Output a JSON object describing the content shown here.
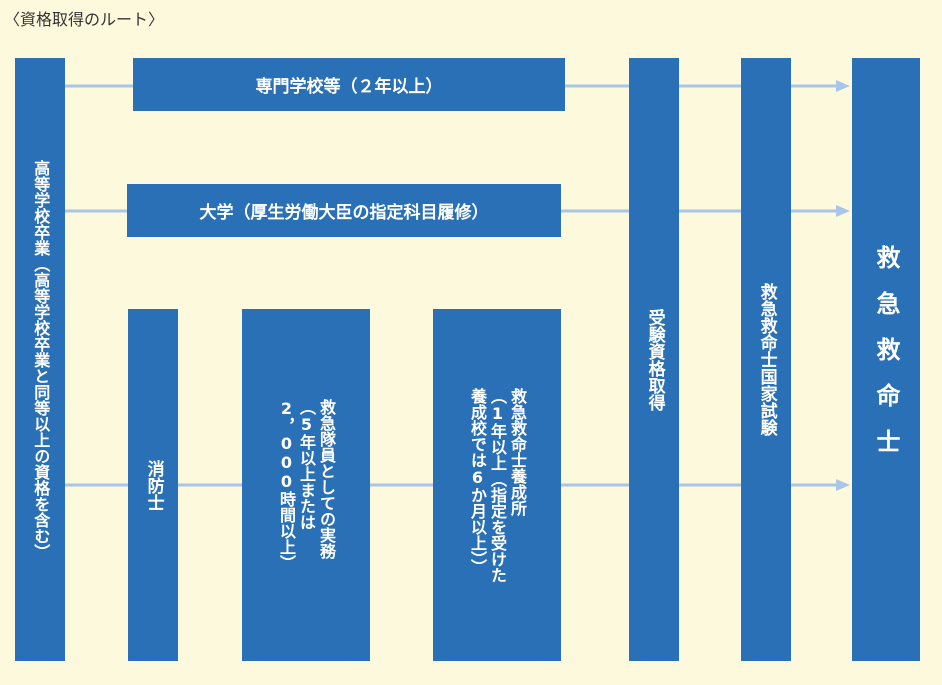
{
  "caption": "〈資格取得のルート〉",
  "colors": {
    "background": "#fdf9dc",
    "box": "#2a70b6",
    "arrow": "#a9c6ea",
    "text": "#ffffff"
  },
  "nodes": {
    "high_school": "高等学校卒業（高等学校卒業と同等以上の資格を含む）",
    "vocational_school": "専門学校等（２年以上）",
    "university": "大学（厚生労働大臣の指定科目履修）",
    "firefighter": "消防士",
    "ems_practice": "救急隊員としての実務\n（5年以上または\n2，000時間以上）",
    "training_school": "救急救命士養成所\n（1年以上（指定を受けた\n養成校では6か月以上））",
    "eligibility": "受験資格取得",
    "national_exam": "救急救命士国家試験",
    "paramedic": "救急救命士"
  }
}
